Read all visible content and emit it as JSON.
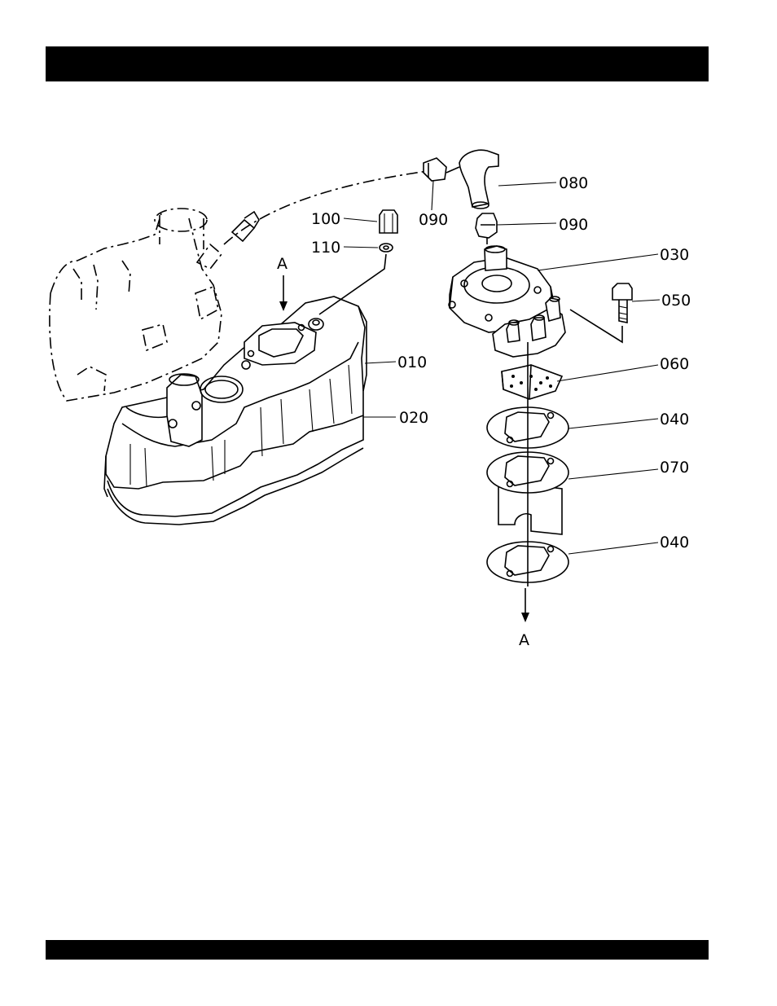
{
  "diagram": {
    "view_marker": "A",
    "parts": [
      {
        "id": "callout-080",
        "label": "080"
      },
      {
        "id": "callout-090-left",
        "label": "090"
      },
      {
        "id": "callout-090-right",
        "label": "090"
      },
      {
        "id": "callout-100",
        "label": "100"
      },
      {
        "id": "callout-110",
        "label": "110"
      },
      {
        "id": "callout-030",
        "label": "030"
      },
      {
        "id": "callout-050",
        "label": "050"
      },
      {
        "id": "callout-010",
        "label": "010"
      },
      {
        "id": "callout-060",
        "label": "060"
      },
      {
        "id": "callout-020",
        "label": "020"
      },
      {
        "id": "callout-040-upper",
        "label": "040"
      },
      {
        "id": "callout-070",
        "label": "070"
      },
      {
        "id": "callout-040-lower",
        "label": "040"
      }
    ]
  }
}
